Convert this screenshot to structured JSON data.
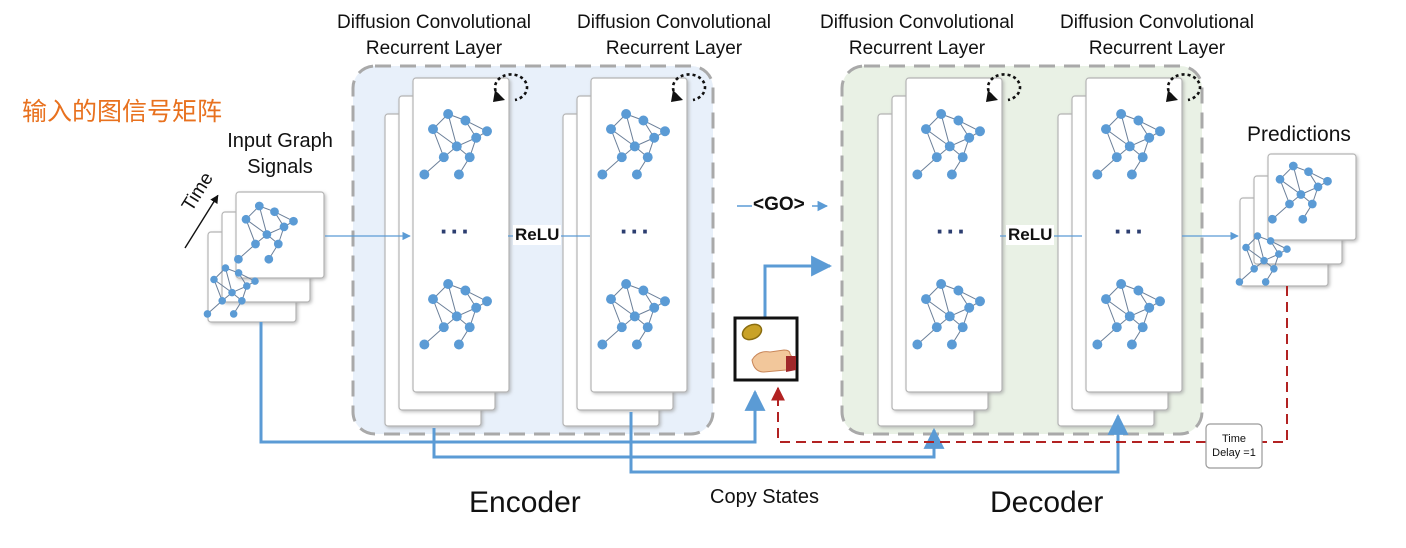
{
  "chinese_title": "输入的图信号矩阵",
  "input": {
    "label_line1": "Input Graph",
    "label_line2": "Signals",
    "time_label": "Time"
  },
  "layers": [
    {
      "line1": "Diffusion Convolutional",
      "line2": "Recurrent Layer"
    },
    {
      "line1": "Diffusion Convolutional",
      "line2": "Recurrent Layer"
    },
    {
      "line1": "Diffusion Convolutional",
      "line2": "Recurrent Layer"
    },
    {
      "line1": "Diffusion Convolutional",
      "line2": "Recurrent Layer"
    }
  ],
  "activation": "ReLU",
  "ellipsis": "···",
  "go_token": "<GO>",
  "predictions": "Predictions",
  "encoder": "Encoder",
  "decoder": "Decoder",
  "copy_states": "Copy States",
  "time_delay": {
    "line1": "Time",
    "line2": "Delay =1"
  },
  "colors": {
    "chinese_title": "#e8711e",
    "node": "#5b9bd5",
    "edge": "#6b7f99",
    "encoder_bg": "#e8f0fa",
    "decoder_bg": "#e9f1e5",
    "arrow": "#5b9bd5",
    "feedback": "#b22222"
  }
}
